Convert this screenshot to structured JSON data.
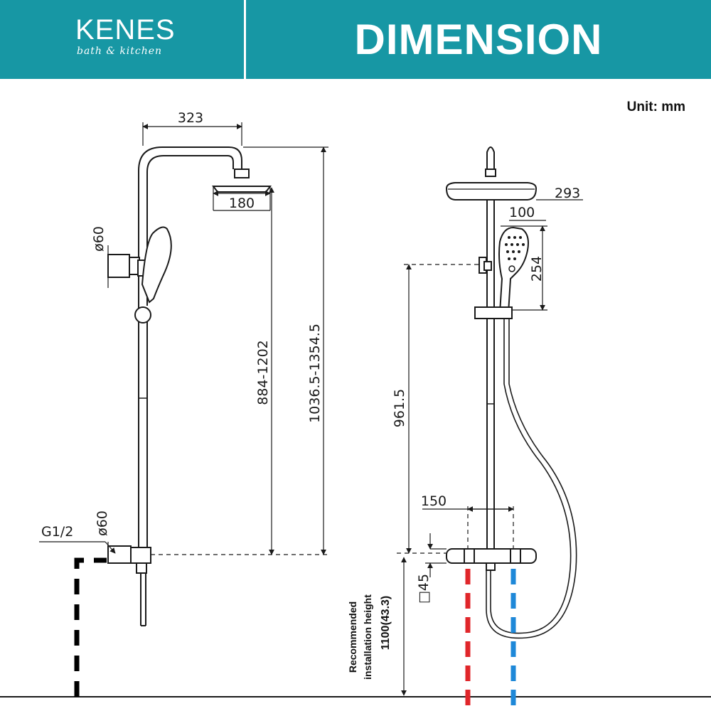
{
  "header": {
    "brand_name": "KENES",
    "brand_tagline": "bath & kitchen",
    "title": "DIMENSION",
    "background_color": "#1797a4"
  },
  "unit_label": "Unit: mm",
  "side_view": {
    "dim_arm_length": "323",
    "dim_head_diameter": "180",
    "dim_holder_diameter": "ø60",
    "dim_height_range": "884-1202",
    "dim_total_range": "1036.5-1354.5",
    "dim_thread": "G1/2",
    "dim_inlet_diameter": "ø60"
  },
  "front_view": {
    "dim_head_width": "293",
    "dim_hand_width": "100",
    "dim_hand_length": "254",
    "dim_valve_height": "961.5",
    "dim_inlet_spacing": "150",
    "dim_square": "□45",
    "install_line1": "Recommended",
    "install_line2": "installation height",
    "install_value": "1100(43.3)",
    "hot_color": "#e0262a",
    "cold_color": "#1e88d8"
  }
}
